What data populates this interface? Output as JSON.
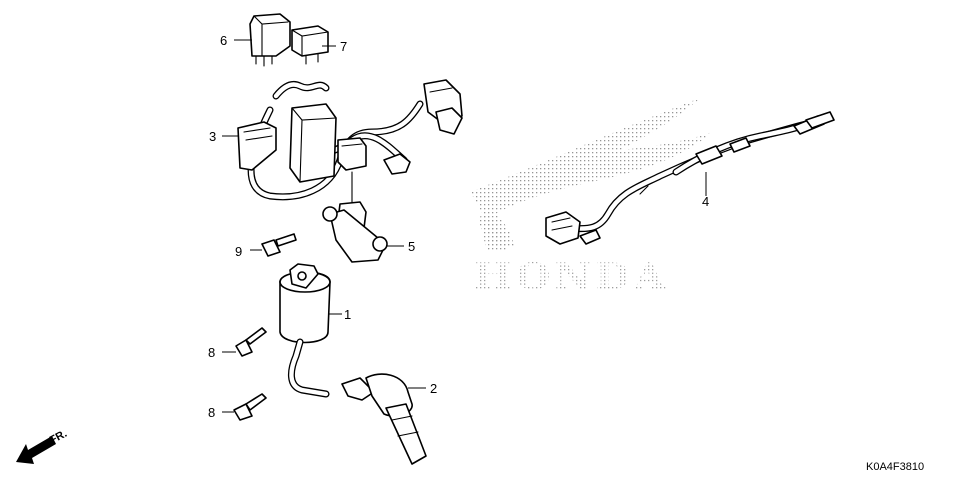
{
  "diagram": {
    "watermark_text": "HONDA",
    "figure_code": "K0A4F3810",
    "direction_label": "FR.",
    "callouts": [
      {
        "id": "c1",
        "label": "1"
      },
      {
        "id": "c2",
        "label": "2"
      },
      {
        "id": "c3",
        "label": "3"
      },
      {
        "id": "c4",
        "label": "4"
      },
      {
        "id": "c5",
        "label": "5"
      },
      {
        "id": "c6",
        "label": "6"
      },
      {
        "id": "c7",
        "label": "7"
      },
      {
        "id": "c8a",
        "label": "8"
      },
      {
        "id": "c8b",
        "label": "8"
      },
      {
        "id": "c9",
        "label": "9"
      }
    ]
  }
}
